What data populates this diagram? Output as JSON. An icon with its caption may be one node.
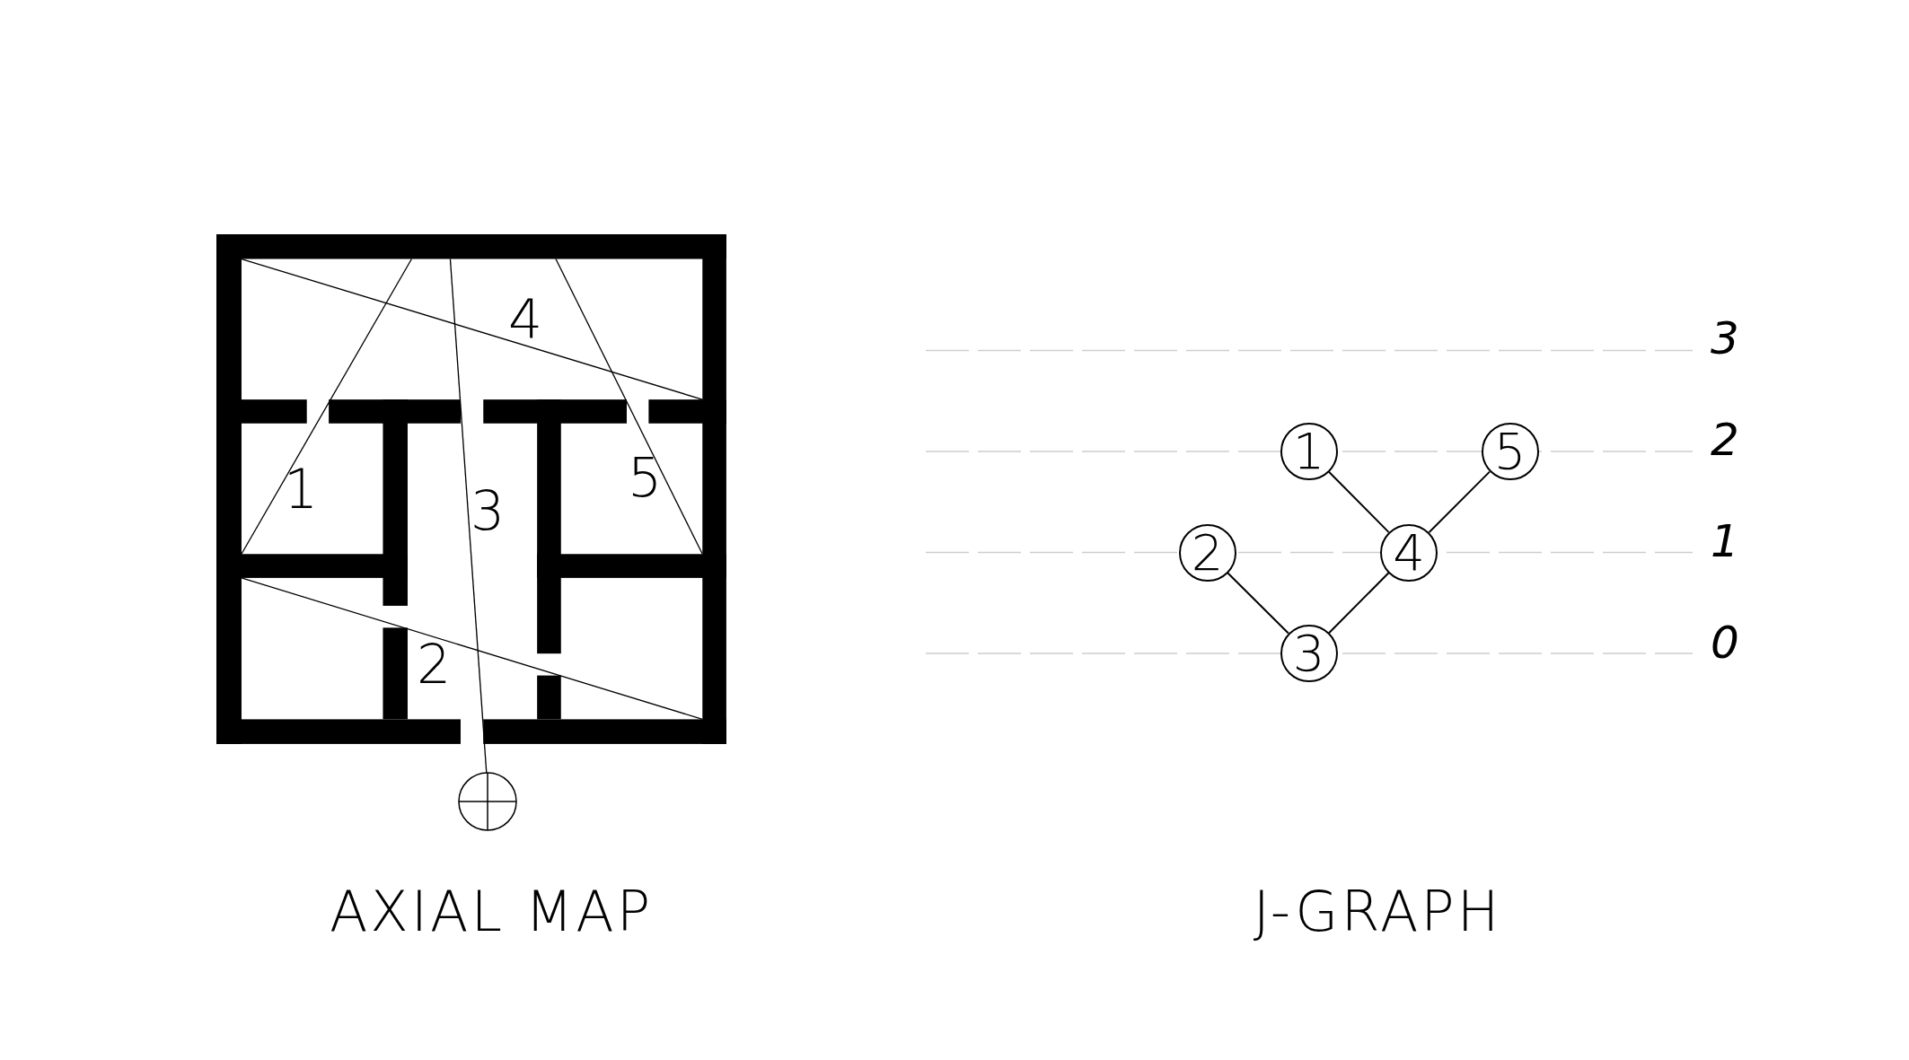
{
  "diagram": {
    "nodes": [
      {
        "text": [
          "1"
        ]
      },
      {
        "text": [
          "5"
        ]
      },
      {
        "text": [
          "2"
        ]
      },
      {
        "text": [
          "4"
        ]
      },
      {
        "text": [
          "3"
        ]
      }
    ],
    "edges": [
      {
        "from": 0,
        "to": 3,
        "arrow": "none"
      },
      {
        "from": 1,
        "to": 3,
        "arrow": "none"
      },
      {
        "from": 2,
        "to": 4,
        "arrow": "none"
      },
      {
        "from": 3,
        "to": 4,
        "arrow": "none"
      }
    ],
    "labels": [
      "4",
      "1",
      "3",
      "5",
      "2",
      "3",
      "2",
      "1",
      "0",
      "AXIAL MAP",
      "J-GRAPH"
    ]
  }
}
